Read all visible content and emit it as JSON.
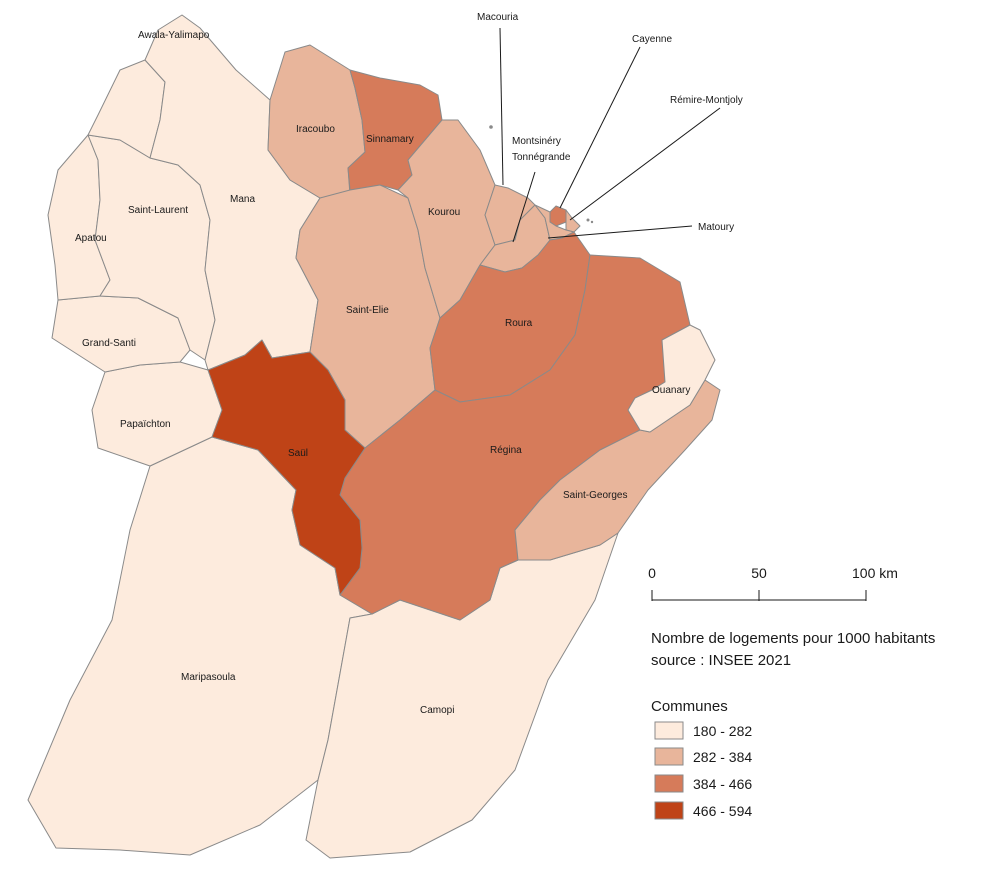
{
  "colors": {
    "class_1": "#fdebdd",
    "class_2": "#e8b59b",
    "class_3": "#d67b5a",
    "class_4": "#bf4317",
    "border": "#8a8a8a"
  },
  "communes": {
    "awala": "Awala-Yalimapo",
    "macouria": "Macouria",
    "cayenne": "Cayenne",
    "remire": "Rémire-Montjoly",
    "iracoubo": "Iracoubo",
    "sinnamary": "Sinnamary",
    "montsinery_1": "Montsinéry",
    "montsinery_2": "Tonnégrande",
    "saint_laurent": "Saint-Laurent",
    "mana": "Mana",
    "kourou": "Kourou",
    "matoury": "Matoury",
    "apatou": "Apatou",
    "saint_elie": "Saint-Elie",
    "roura": "Roura",
    "grand_santi": "Grand-Santi",
    "ouanary": "Ouanary",
    "papaichton": "Papaïchton",
    "saul": "Saül",
    "regina": "Régina",
    "saint_georges": "Saint-Georges",
    "maripasoula": "Maripasoula",
    "camopi": "Camopi"
  },
  "scale": {
    "t0": "0",
    "t50": "50",
    "t100": "100 km"
  },
  "legend": {
    "title": "Nombre de logements pour 1000 habitants",
    "source": "source : INSEE 2021",
    "header": "Communes",
    "classes": [
      "180 - 282",
      "282 - 384",
      "384 - 466",
      "466 - 594"
    ]
  }
}
